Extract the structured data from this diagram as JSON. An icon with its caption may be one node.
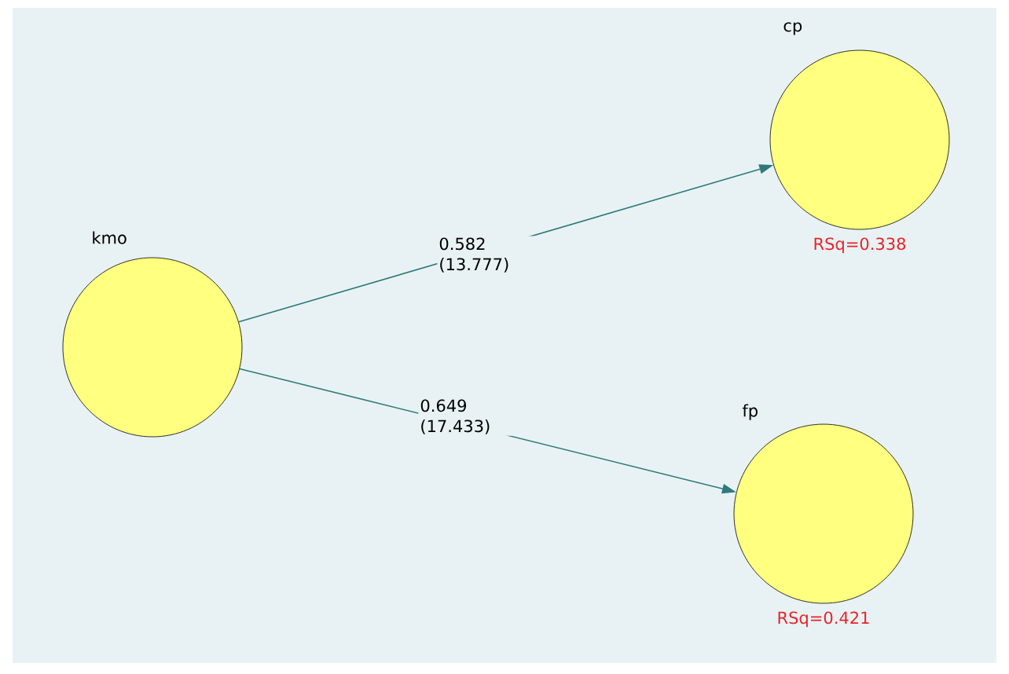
{
  "diagram": {
    "nodes": [
      {
        "text": [
          "kmo"
        ]
      },
      {
        "text": [
          "cp"
        ],
        "beside": [
          "RSq=0.338"
        ]
      },
      {
        "text": [
          "fp"
        ],
        "beside": [
          "RSq=0.421"
        ]
      }
    ],
    "edges": [
      {
        "from": 0,
        "to": 1,
        "arrow": "to",
        "label": "0.582 (13.777)"
      },
      {
        "from": 0,
        "to": 2,
        "arrow": "to",
        "label": "0.649 (17.433)"
      }
    ]
  }
}
